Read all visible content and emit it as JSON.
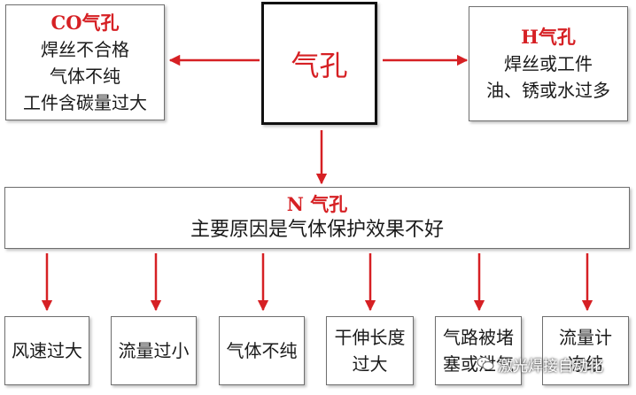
{
  "center_node": {
    "label": "气孔"
  },
  "co_node": {
    "title": "CO气孔",
    "lines": [
      "焊丝不合格",
      "气体不纯",
      "工件含碳量过大"
    ]
  },
  "h_node": {
    "title": "H气孔",
    "lines": [
      "焊丝或工件",
      "油、锈或水过多"
    ]
  },
  "n_node": {
    "title": "N 气孔",
    "subtitle": "主要原因是气体保护效果不好"
  },
  "n_causes": [
    {
      "lines": [
        "风速过大"
      ]
    },
    {
      "lines": [
        "流量过小"
      ]
    },
    {
      "lines": [
        "气体不纯"
      ]
    },
    {
      "lines": [
        "干伸长度",
        "过大"
      ]
    },
    {
      "lines": [
        "气路被堵",
        "塞或泄气"
      ]
    },
    {
      "lines": [
        "流量计",
        "冻结"
      ]
    }
  ],
  "watermark": {
    "text": "激光焊接自动化",
    "icon": "wechat-icon"
  },
  "colors": {
    "accent": "#d62024",
    "border": "#6f6f6f"
  }
}
